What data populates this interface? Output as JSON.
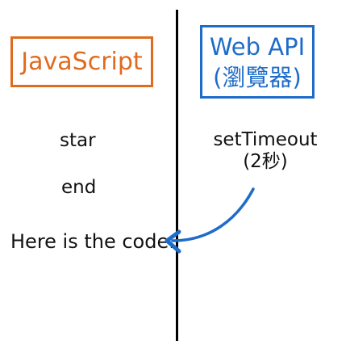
{
  "left_panel": {
    "title": "JavaScript",
    "items": [
      "star",
      "end",
      "Here is the code."
    ]
  },
  "right_panel": {
    "title_line1": "Web API",
    "title_line2": "(瀏覽器)",
    "timer_line1": "setTimeout",
    "timer_line2": "(2秒)"
  },
  "colors": {
    "javascript_accent": "#e06b1e",
    "web_api_accent": "#1f6cc8",
    "divider": "#000000"
  }
}
